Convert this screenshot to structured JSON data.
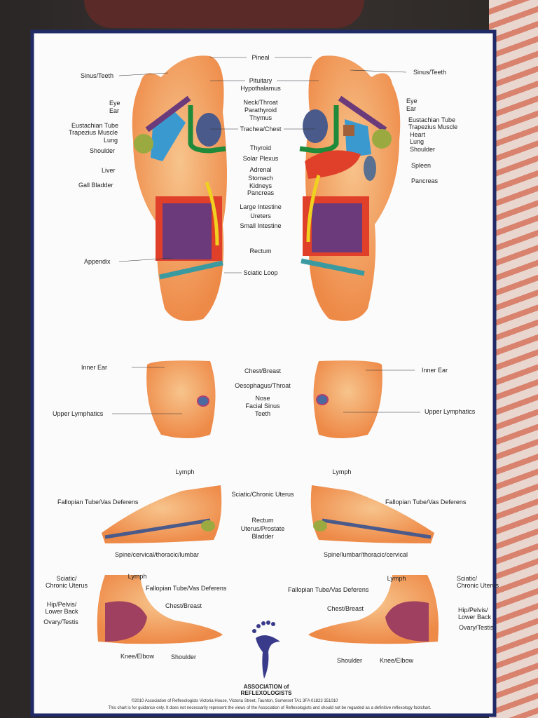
{
  "sole": {
    "center": [
      "Pineal",
      "Pituitary",
      "Hypothalamus",
      "Neck/Throat",
      "Parathyroid",
      "Thymus",
      "Trachea/Chest",
      "Thyroid",
      "Solar Plexus",
      "Adrenal",
      "Stomach",
      "Kidneys",
      "Pancreas",
      "Large Intestine",
      "Ureters",
      "Small Intestine",
      "Rectum",
      "Sciatic Loop"
    ],
    "left": [
      "Sinus/Teeth",
      "Eye",
      "Ear",
      "Eustachian Tube",
      "Trapezius Muscle",
      "Lung",
      "Shoulder",
      "Liver",
      "Gall Bladder",
      "Appendix"
    ],
    "right": [
      "Sinus/Teeth",
      "Eye",
      "Ear",
      "Eustachian Tube",
      "Trapezius Muscle",
      "Heart",
      "Lung",
      "Shoulder",
      "Spleen",
      "Pancreas"
    ]
  },
  "top": {
    "inner_ear_left": "Inner Ear",
    "inner_ear_right": "Inner Ear",
    "center": [
      "Chest/Breast",
      "Oesophagus/Throat",
      "Nose",
      "Facial Sinus",
      "Teeth"
    ],
    "upper_lymph_left": "Upper Lymphatics",
    "upper_lymph_right": "Upper Lymphatics"
  },
  "inner": {
    "lymph_left": "Lymph",
    "lymph_right": "Lymph",
    "center": [
      "Sciatic/Chronic Uterus",
      "Rectum",
      "Uterus/Prostate",
      "Bladder"
    ],
    "fallopian_left": "Fallopian Tube/Vas Deferens",
    "fallopian_right": "Fallopian Tube/Vas Deferens",
    "spine_left": "Spine/cervical/thoracic/lumbar",
    "spine_right": "Spine/lumbar/thoracic/cervical"
  },
  "outer": {
    "left": {
      "sciatic": [
        "Sciatic/",
        "Chronic Uterus"
      ],
      "lymph": "Lymph",
      "fallopian": "Fallopian Tube/Vas Deferens",
      "chest": "Chest/Breast",
      "hip": [
        "Hip/Pelvis/",
        "Lower Back"
      ],
      "ovary": "Ovary/Testis",
      "knee": "Knee/Elbow",
      "shoulder": "Shoulder"
    },
    "right": {
      "sciatic": [
        "Sciatic/",
        "Chronic Uterus"
      ],
      "lymph": "Lymph",
      "fallopian": "Fallopian Tube/Vas Deferens",
      "chest": "Chest/Breast",
      "hip": [
        "Hip/Pelvis/",
        "Lower Back"
      ],
      "ovary": "Ovary/Testis",
      "knee": "Knee/Elbow",
      "shoulder": "Shoulder"
    }
  },
  "footer": {
    "logo_lines": [
      "ASSOCIATION of",
      "REFLEXOLOGISTS"
    ],
    "copyright": "©2010 Association of Reflexologists  Victoria House, Victoria Street, Taunton, Somerset  TA1 3FA  01823 351010",
    "disclaimer": "This chart is for guidance only. It does not necessarily represent the views of the Association of Reflexologists and should not be regarded as a definitive reflexology footchart."
  },
  "colors": {
    "skin": "#f2a062",
    "green": "#1f8a3a",
    "blue": "#3a9ad0",
    "purple": "#6a3a7a",
    "red": "#e0402a",
    "yellow": "#f0d020",
    "navy": "#1f2a66"
  }
}
